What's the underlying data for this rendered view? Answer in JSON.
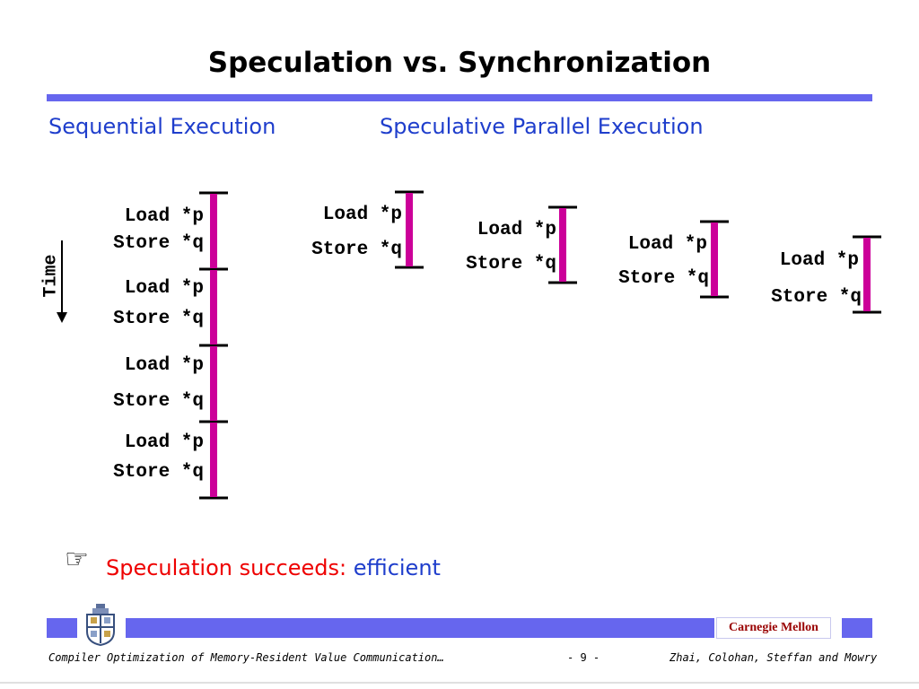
{
  "title": "Speculation vs. Synchronization",
  "headings": {
    "sequential": "Sequential Execution",
    "parallel": "Speculative Parallel Execution"
  },
  "time_label": "Time",
  "sequential_epochs": [
    {
      "load": "Load *p",
      "store": "Store *q"
    },
    {
      "load": "Load *p",
      "store": "Store *q"
    },
    {
      "load": "Load *p",
      "store": "Store *q"
    },
    {
      "load": "Load *p",
      "store": "Store *q"
    }
  ],
  "parallel_epochs": [
    {
      "load": "Load *p",
      "store": "Store *q"
    },
    {
      "load": "Load *p",
      "store": "Store *q"
    },
    {
      "load": "Load *p",
      "store": "Store *q"
    },
    {
      "load": "Load *p",
      "store": "Store *q"
    }
  ],
  "bullet": {
    "icon": "pointing-hand-icon",
    "prefix": "Speculation succeeds:",
    "emphasis": "efficient"
  },
  "footer": {
    "left": "Compiler Optimization of Memory-Resident Value Communication…",
    "page": "- 9 -",
    "authors": "Zhai, Colohan, Steffan and Mowry",
    "institution": "Carnegie Mellon"
  },
  "colors": {
    "accent_bar": "#6666ee",
    "heading_blue": "#1f3ecc",
    "epoch_bar": "#cc0099",
    "red_text": "#ee0000",
    "institution_text": "#990000"
  }
}
